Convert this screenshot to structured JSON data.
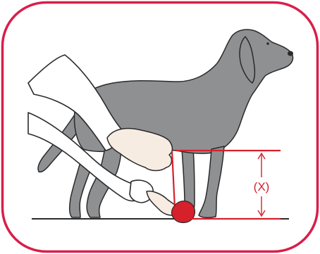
{
  "diagram": {
    "measurement_label": "(X)",
    "colors": {
      "frame": "#d81f4a",
      "dog": "#8f9092",
      "dog_outline": "#2a2a2a",
      "sleeve": "#ffffff",
      "skin": "#f7ece2",
      "tape": "#d6202b",
      "measure_line": "#d6202b",
      "ground": "#2a2a2a"
    },
    "icons": [
      "dog-illustration",
      "measuring-hands",
      "tape-measure-icon",
      "height-arrow-icon"
    ]
  }
}
